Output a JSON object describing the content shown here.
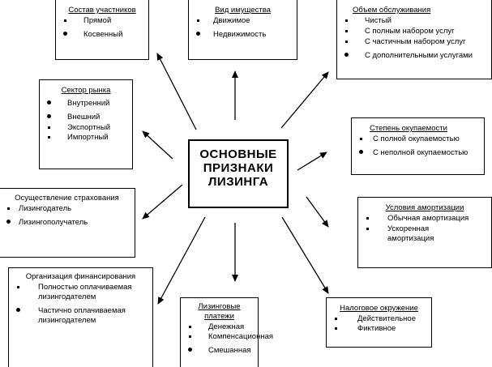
{
  "center": {
    "lines": [
      "ОСНОВНЫЕ",
      "ПРИЗНАКИ",
      "ЛИЗИНГА"
    ]
  },
  "boxes": {
    "participants": {
      "title": "Состав участников",
      "items": [
        "Прямой",
        "Косвенный"
      ]
    },
    "property": {
      "title": "Вид имущества",
      "items": [
        "Движимое",
        "Недвижимость"
      ]
    },
    "service": {
      "title": "Объем обслуживания",
      "items": [
        "Чистый",
        "С полным набором услуг",
        "С частичным набором услуг",
        "С дополнительными услугами"
      ]
    },
    "market": {
      "title": "Сектор рынка",
      "items": [
        "Внутренний",
        "Внешний",
        "Экспортный",
        "Импортный"
      ]
    },
    "payback": {
      "title": "Степень окупаемости",
      "items": [
        "С полной окупаемостью",
        "С неполной окупаемостью"
      ]
    },
    "insurance": {
      "title": "Осуществление страхования",
      "items": [
        "Лизингодатель",
        "Лизингополучатель"
      ]
    },
    "depreciation": {
      "title": "Условия амортизации",
      "items": [
        "Обычная амортизация",
        "Ускоренная амортизация"
      ]
    },
    "financing": {
      "title": "Организация финансирования",
      "items": [
        "Полностью оплачиваемая лизингодателем",
        "Частично оплачиваемая лизингодателем"
      ]
    },
    "payments": {
      "title": "Лизинговые платежи",
      "items": [
        "Денежная",
        "Компенсационная",
        "Смешанная"
      ]
    },
    "tax": {
      "title": "Налоговое окружение",
      "items": [
        "Действительное",
        "Фиктивное"
      ]
    }
  }
}
